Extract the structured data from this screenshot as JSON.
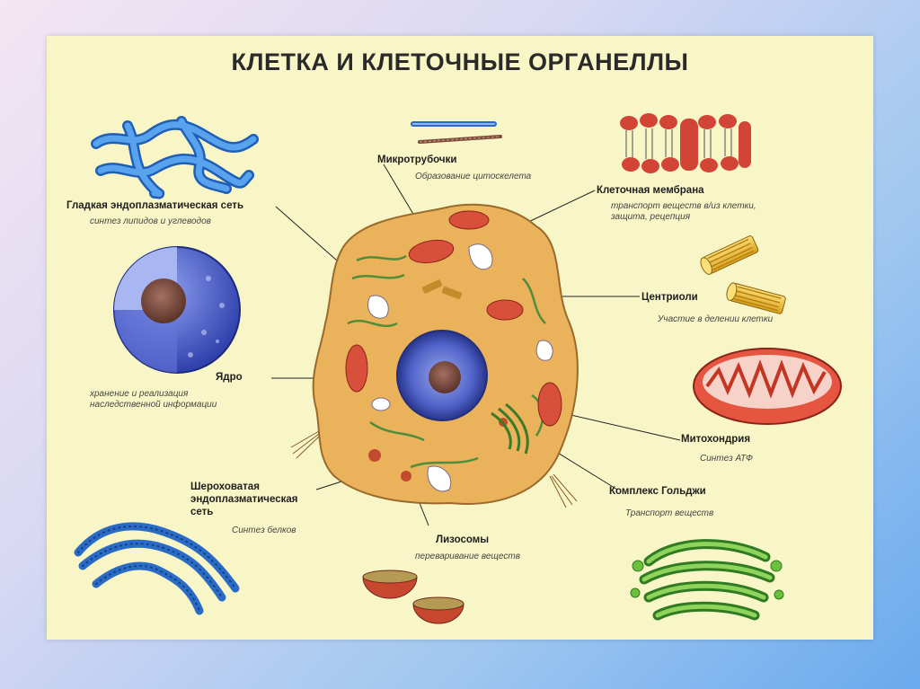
{
  "title": "КЛЕТКА И КЛЕТОЧНЫЕ ОРГАНЕЛЛЫ",
  "labels": {
    "microtubules": {
      "name": "Микротрубочки",
      "function": "Образование цитоскелета"
    },
    "smooth_er": {
      "name": "Гладкая эндоплазматическая сеть",
      "function": "синтез липидов и углеводов"
    },
    "membrane": {
      "name": "Клеточная мембрана",
      "function_line1": "транспорт веществ в/из клетки,",
      "function_line2": "защита, рецепция"
    },
    "centrioles": {
      "name": "Центриоли",
      "function": "Участие в делении клетки"
    },
    "nucleus": {
      "name": "Ядро",
      "function_line1": "хранение и реализация",
      "function_line2": "наследственной информации"
    },
    "mitochondria": {
      "name": "Митохондрия",
      "function": "Синтез АТФ"
    },
    "rough_er": {
      "name_line1": "Шероховатая",
      "name_line2": "эндоплазматическая",
      "name_line3": "сеть",
      "function": "Синтез белков"
    },
    "golgi": {
      "name": "Комплекс Гольджи",
      "function": "Транспорт веществ"
    },
    "lysosomes": {
      "name": "Лизосомы",
      "function": "переваривание веществ"
    }
  },
  "colors": {
    "background": "#f8f6c6",
    "cytoplasm": "#e9b25b",
    "nucleus": "#4a5cc0",
    "er_blue": "#3c7fd6",
    "mitochondria": "#d84a3a",
    "golgi": "#6da83a",
    "centriole": "#e6b622"
  }
}
